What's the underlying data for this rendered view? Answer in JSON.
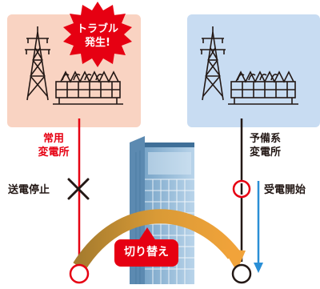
{
  "trouble_badge": {
    "line1": "トラブル",
    "line2": "発生!"
  },
  "main_substation": {
    "line1": "常用",
    "line2": "変電所"
  },
  "backup_substation": {
    "line1": "予備系",
    "line2": "変電所"
  },
  "stop_label": "送電停止",
  "start_label": "受電開始",
  "switch_label": "切り替え",
  "colors": {
    "main_panel": "#f9d3c2",
    "backup_panel": "#c8dcf2",
    "main_line": "#e60012",
    "backup_line": "#231815",
    "start_arrow": "#2a8fd6",
    "switch_badge": "#e60012",
    "arc_start": "#a67c2e",
    "arc_end": "#f1a33a"
  }
}
